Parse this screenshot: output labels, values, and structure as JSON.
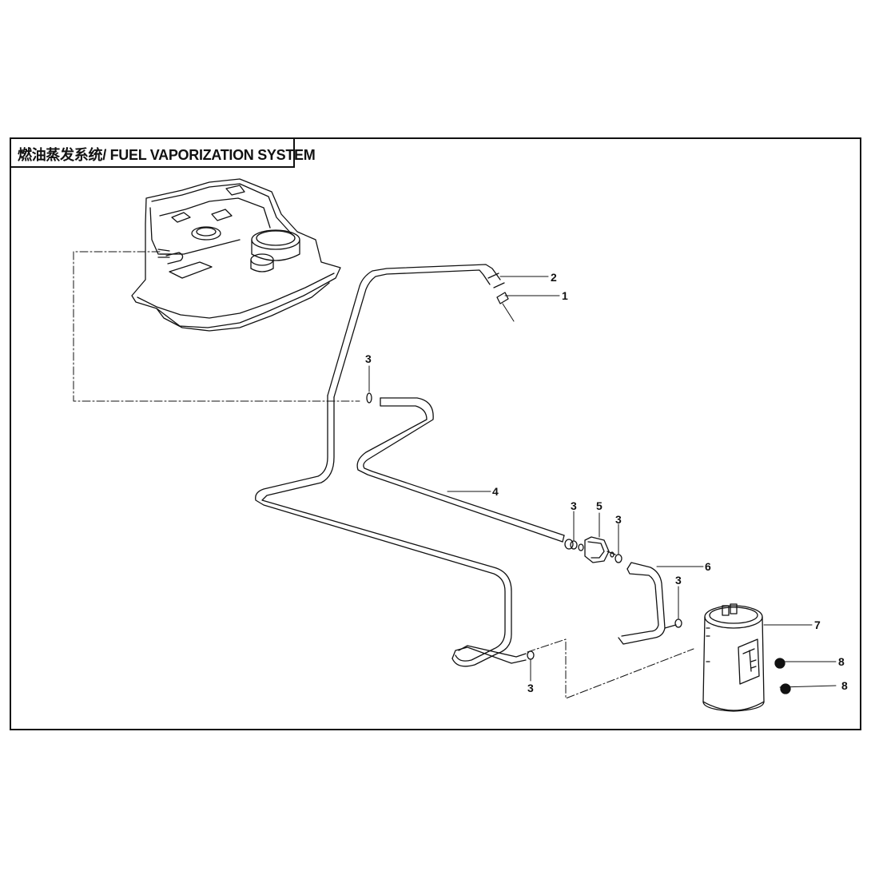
{
  "title": "燃油蒸发系统/ FUEL VAPORIZATION SYSTEM",
  "callouts": {
    "c1": "1",
    "c2": "2",
    "c3a": "3",
    "c3b": "3",
    "c3c": "3",
    "c3d": "3",
    "c3e": "3",
    "c4": "4",
    "c5": "5",
    "c6": "6",
    "c7": "7",
    "c8a": "8",
    "c8b": "8"
  }
}
